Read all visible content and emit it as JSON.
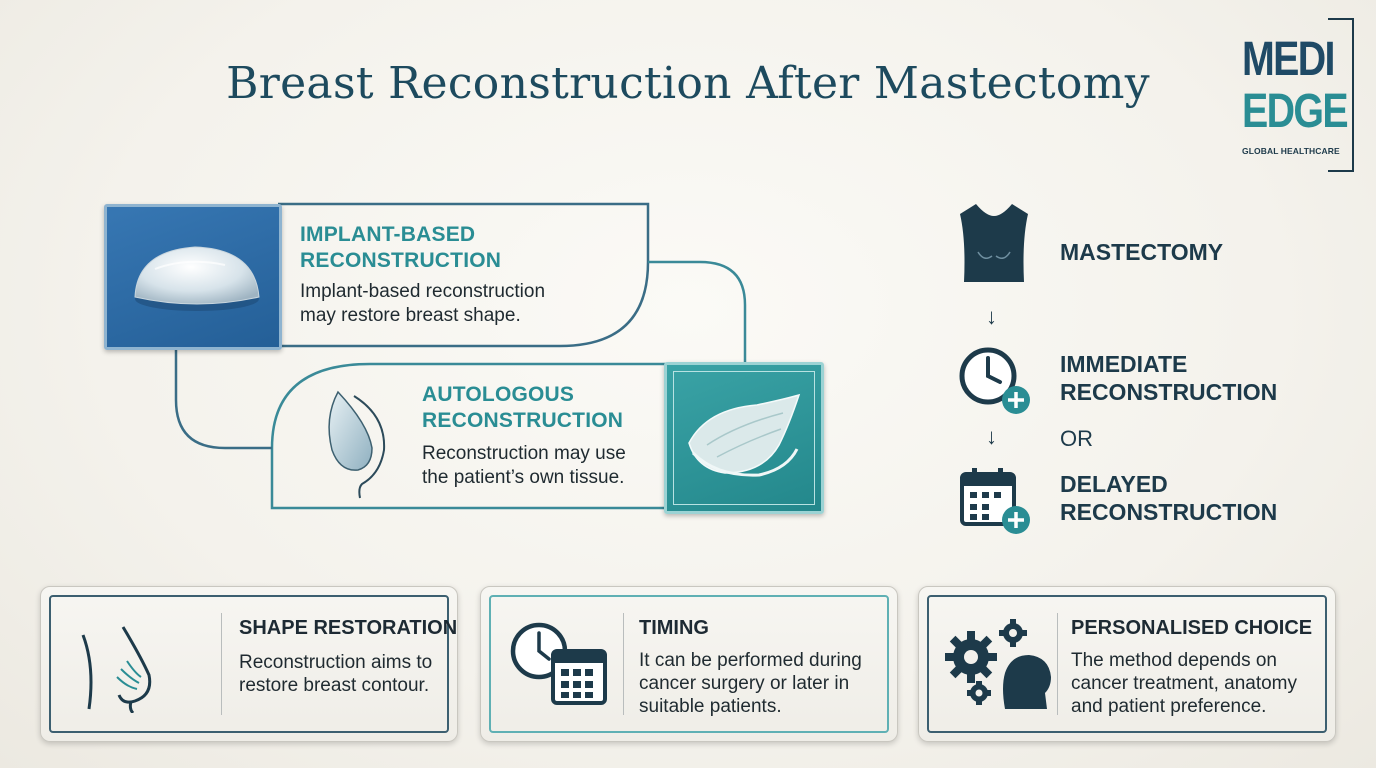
{
  "title": "Breast Reconstruction After Mastectomy",
  "logo": {
    "line1": "MEDI",
    "line2": "EDGE",
    "tagline": "GLOBAL HEALTHCARE"
  },
  "implant": {
    "title_line1": "IMPLANT-BASED",
    "title_line2": "RECONSTRUCTION",
    "desc_line1": "Implant-based reconstruction",
    "desc_line2": "may restore breast shape.",
    "icon": "breast-implant-icon"
  },
  "autologous": {
    "title_line1": "AUTOLOGOUS",
    "title_line2": "RECONSTRUCTION",
    "desc_line1": "Reconstruction may use",
    "desc_line2": "the patient’s own tissue.",
    "icon": "tissue-flap-icon"
  },
  "flow": {
    "step1": "MASTECTOMY",
    "step2_line1": "IMMEDIATE",
    "step2_line2": "RECONSTRUCTION",
    "or": "OR",
    "step3_line1": "DELAYED",
    "step3_line2": "RECONSTRUCTION",
    "arrow": "↓"
  },
  "panels": [
    {
      "title": "SHAPE RESTORATION",
      "lines": [
        "Reconstruction aims to",
        "restore breast contour."
      ],
      "icon": "breast-contour-icon"
    },
    {
      "title": "TIMING",
      "lines": [
        "It can be performed during",
        "cancer surgery or later in",
        "suitable patients."
      ],
      "icon": "clock-calendar-icon"
    },
    {
      "title": "PERSONALISED CHOICE",
      "lines": [
        "The method depends on",
        "cancer treatment, anatomy",
        "and patient preference."
      ],
      "icon": "gears-head-icon"
    }
  ],
  "colors": {
    "navy": "#1d3a4a",
    "teal": "#2a8d94",
    "blue": "#2f6ea8",
    "title": "#1d4a5e"
  }
}
